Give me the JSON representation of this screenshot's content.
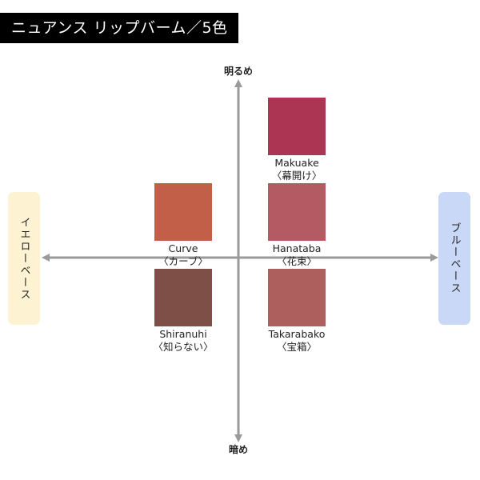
{
  "title": "ニュアンス リップバーム／5色",
  "axes": {
    "top": "明るめ",
    "bottom": "暗め",
    "left": "イエローベース",
    "right": "ブルーベース"
  },
  "colors": {
    "title_bg": "#000000",
    "axis": "#9a9a9a",
    "yellow_base_box": "#fdf3d3",
    "blue_base_box": "#c9d8f7"
  },
  "swatches": [
    {
      "name": "Makuake",
      "sub": "〈幕開け〉",
      "color": "#ab3553"
    },
    {
      "name": "Curve",
      "sub": "〈カーブ〉",
      "color": "#c25f49"
    },
    {
      "name": "Hanataba",
      "sub": "〈花束〉",
      "color": "#b45a62"
    },
    {
      "name": "Shiranuhi",
      "sub": "〈知らない〉",
      "color": "#7e4f47"
    },
    {
      "name": "Takarabako",
      "sub": "〈宝箱〉",
      "color": "#ad5f5e"
    }
  ]
}
